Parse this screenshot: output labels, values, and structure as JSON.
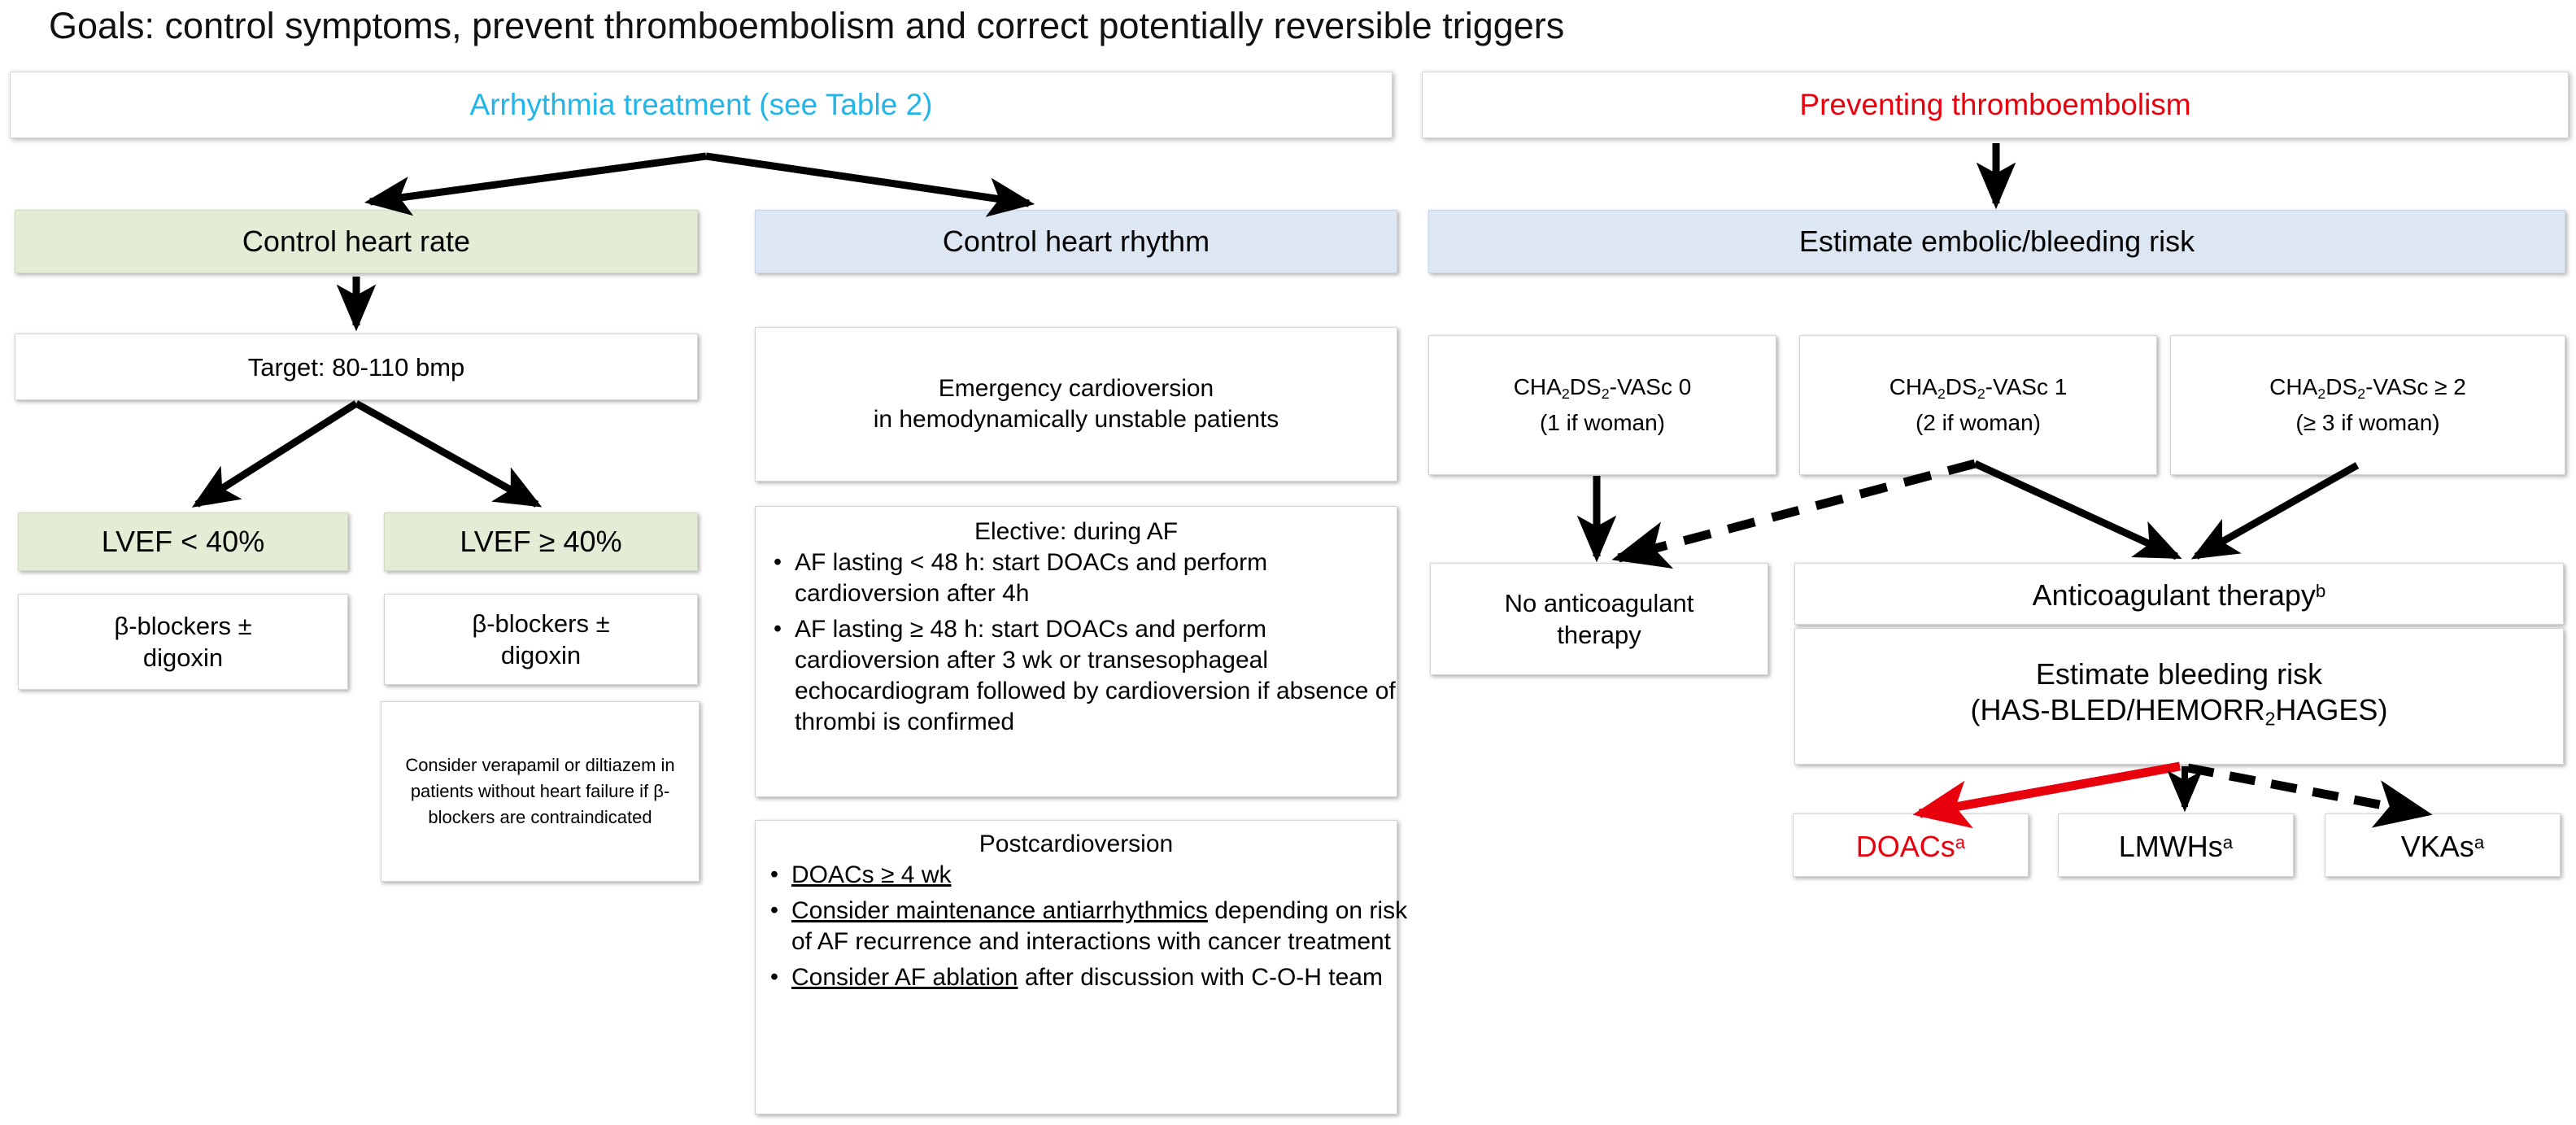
{
  "title": "Goals: control symptoms, prevent thromboembolism and correct potentially reversible triggers",
  "panels": {
    "arrhythmia_header": "Arrhythmia treatment (see Table 2)",
    "thromboembolism_header": "Preventing thromboembolism"
  },
  "rate_branch": {
    "header": "Control heart rate",
    "target": "Target: 80-110 bmp",
    "lvef_low": "LVEF < 40%",
    "lvef_high": "LVEF ≥ 40%",
    "lvef_low_tx_line1": "β-blockers ±",
    "lvef_low_tx_line2": "digoxin",
    "lvef_high_tx_line1": "β-blockers  ±",
    "lvef_high_tx_line2": "digoxin",
    "verapamil_note": "Consider verapamil or diltiazem in patients without heart failure if β-blockers are contraindicated"
  },
  "rhythm_branch": {
    "header": "Control heart rhythm",
    "emergency_line1": "Emergency cardioversion",
    "emergency_line2": "in hemodynamically unstable patients",
    "elective_title": "Elective: during AF",
    "elective_bullets": [
      "AF lasting < 48 h: start DOACs and perform cardioversion after 4h",
      "AF lasting ≥ 48 h: start DOACs and perform cardioversion after 3 wk or transesophageal echocardiogram followed by cardioversion if absence of thrombi is confirmed"
    ],
    "post_title": "Postcardioversion",
    "post_bullets": [
      {
        "underline": "DOACs ≥ 4 wk",
        "rest": ""
      },
      {
        "underline": "Consider maintenance antiarrhythmics",
        "rest": " depending on risk of AF recurrence and interactions with cancer treatment"
      },
      {
        "underline": "Consider AF ablation",
        "rest": " after discussion with C-O-H team"
      }
    ]
  },
  "thrombo_branch": {
    "risk_header": "Estimate embolic/bleeding risk",
    "scores": [
      {
        "main_pre": "CHA",
        "sub1": "2",
        "main_mid": "DS",
        "sub2": "2",
        "main_post": "-VASc 0",
        "note": "(1 if woman)"
      },
      {
        "main_pre": "CHA",
        "sub1": "2",
        "main_mid": "DS",
        "sub2": "2",
        "main_post": "-VASc 1",
        "note": "(2 if woman)"
      },
      {
        "main_pre": "CHA",
        "sub1": "2",
        "main_mid": "DS",
        "sub2": "2",
        "main_post": "-VASc ≥ 2",
        "note": "(≥ 3  if woman)"
      }
    ],
    "no_anticoag_line1": "No anticoagulant",
    "no_anticoag_line2": "therapy",
    "anticoag_label": "Anticoagulant therapy",
    "anticoag_sup": "b",
    "bleeding_line1": "Estimate bleeding risk",
    "bleeding_line2_pre": "(HAS-BLED/HEMORR",
    "bleeding_line2_sub": "2",
    "bleeding_line2_post": "HAGES)",
    "drugs": [
      {
        "label": "DOACs",
        "sup": "a",
        "color": "#e8000d"
      },
      {
        "label": "LMWHs",
        "sup": "a",
        "color": "#000000"
      },
      {
        "label": "VKAs",
        "sup": "a",
        "color": "#000000"
      }
    ]
  },
  "colors": {
    "accent_cyan": "#21b5e8",
    "accent_red": "#e8000d",
    "green_fill": "#e3edd6",
    "blue_fill": "#dce7f3",
    "edge_black": "#000000"
  }
}
